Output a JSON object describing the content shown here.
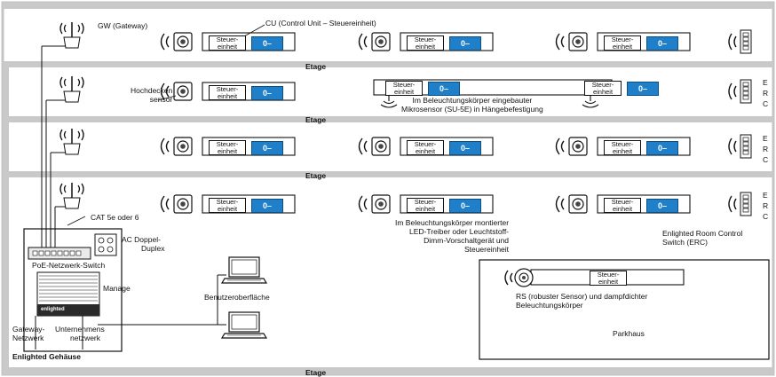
{
  "floor_label": "Etage",
  "gateway_label": "GW (Gateway)",
  "control_unit_label": "CU (Control Unit – Steuereinheit)",
  "unit_label_line1": "Steuer-",
  "unit_label_line2": "einheit",
  "unit_button_text": "0–",
  "ceiling_sensor_label_line1": "Hochdecken",
  "ceiling_sensor_label_line2": "sensor",
  "micro_sensor_label_line1": "Im Beleuchtungskörper eingebauter",
  "micro_sensor_label_line2": "Mikrosensor (SU-5E) in Hängebefestigung",
  "cat_label": "CAT 5e oder 6",
  "ac_label_line1": "AC Doppel-",
  "ac_label_line2": "Duplex",
  "poe_switch_label": "PoE-Netzwerk-Switch",
  "manage_label": "Manage",
  "enlighted_logo": "enlighted",
  "gateway_network_line1": "Gateway-",
  "gateway_network_line2": "Netzwerk",
  "enterprise_network_line1": "Unternehmens",
  "enterprise_network_line2": "netzwerk",
  "enclosure_label": "Enlighted Gehäuse",
  "user_interface_label": "Benutzeroberfläche",
  "led_driver_label_line1": "Im Beleuchtungskörper montierter",
  "led_driver_label_line2": "LED-Treiber oder Leuchtstoff-",
  "led_driver_label_line3": "Dimm-Vorschaltgerät und",
  "led_driver_label_line4": "Steuereinheit",
  "erc_label_line1": "Enlighted Room Control",
  "erc_label_line2": "Switch (ERC)",
  "erc_letters": [
    "E",
    "R",
    "C"
  ],
  "rs_label_line1": "RS (robuster Sensor) und dampfdichter",
  "rs_label_line2": "Beleuchtungskörper",
  "parking_label": "Parkhaus",
  "colors": {
    "floor_band": "#c9c9c9",
    "button_blue": "#1f7fc9",
    "border": "#222222"
  }
}
